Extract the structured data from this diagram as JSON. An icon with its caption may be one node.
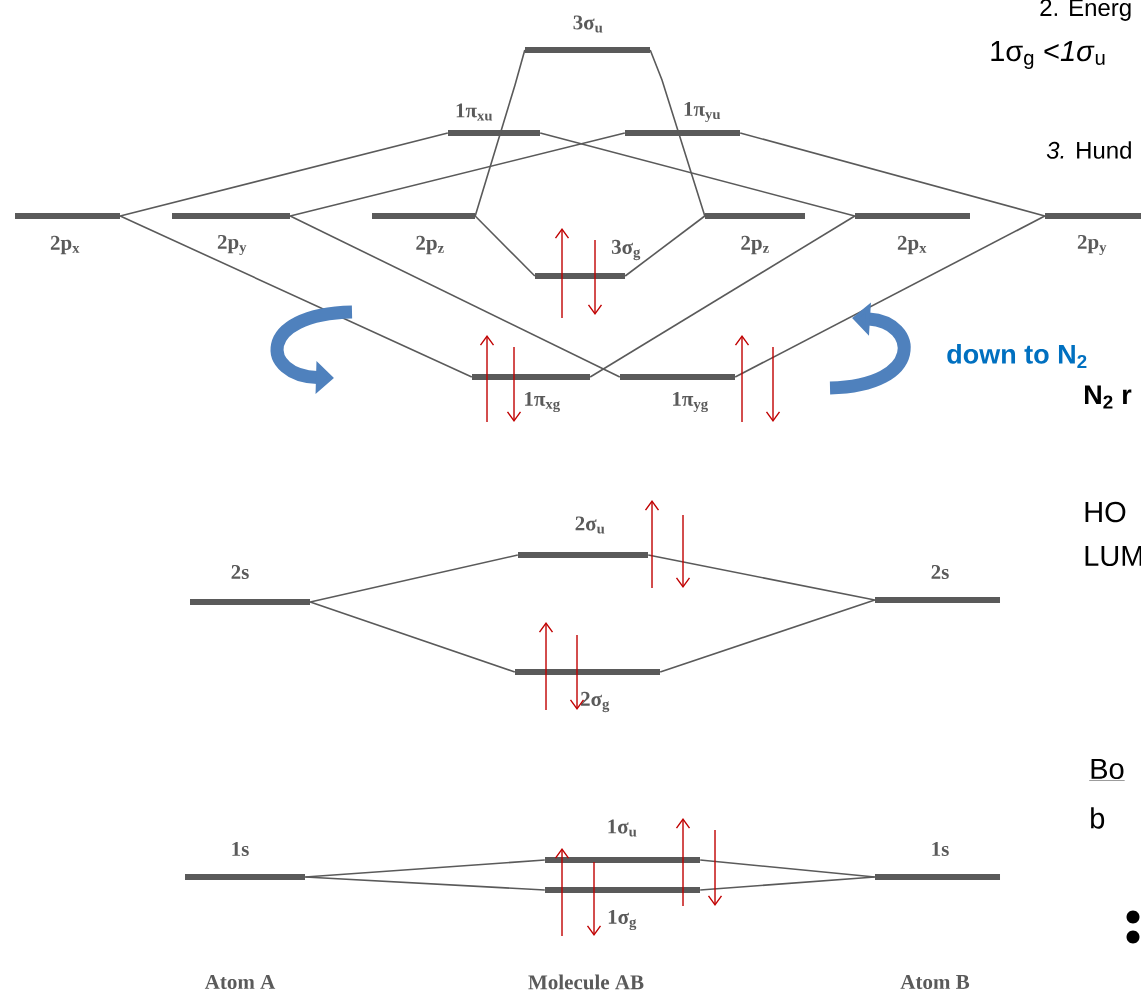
{
  "diagram": {
    "nodes": [
      {
        "text": [
          "2p$_{x}$"
        ]
      },
      {
        "text": [
          "2p$_{y}$"
        ]
      },
      {
        "text": [
          "2p$_{z}$"
        ]
      },
      {
        "text": [
          "3σ$_{u}$"
        ]
      },
      {
        "text": [
          "1π$_{xu}$"
        ]
      },
      {
        "text": [
          "1π$_{yu}$"
        ]
      },
      {
        "text": [
          "2p$_{z}$"
        ]
      },
      {
        "text": [
          "2p$_{x}$"
        ]
      },
      {
        "text": [
          "2p$_{y}$"
        ]
      },
      {
        "text": [
          "3σ$_{g}$"
        ]
      },
      {
        "text": [
          "1π$_{xg}$"
        ]
      },
      {
        "text": [
          "1π$_{yg}$"
        ]
      },
      {
        "text": [
          "2s"
        ]
      },
      {
        "text": [
          "2σ$_{u}$"
        ]
      },
      {
        "text": [
          "2σ$_{g}$"
        ]
      },
      {
        "text": [
          "2s"
        ]
      },
      {
        "text": [
          "1s"
        ]
      },
      {
        "text": [
          "1σ$_{u}$"
        ]
      },
      {
        "text": [
          "1σ$_{g}$"
        ]
      },
      {
        "text": [
          "1s"
        ]
      }
    ],
    "edges": [
      {
        "from": 0,
        "to": 4,
        "arrow": "none"
      },
      {
        "from": 0,
        "to": 10,
        "arrow": "none"
      },
      {
        "from": 1,
        "to": 5,
        "arrow": "none"
      },
      {
        "from": 1,
        "to": 11,
        "arrow": "none"
      },
      {
        "from": 2,
        "to": 3,
        "arrow": "none"
      },
      {
        "from": 2,
        "to": 9,
        "arrow": "none"
      },
      {
        "from": 6,
        "to": 3,
        "arrow": "none"
      },
      {
        "from": 6,
        "to": 9,
        "arrow": "none"
      },
      {
        "from": 7,
        "to": 4,
        "arrow": "none"
      },
      {
        "from": 7,
        "to": 10,
        "arrow": "none"
      },
      {
        "from": 8,
        "to": 5,
        "arrow": "none"
      },
      {
        "from": 8,
        "to": 11,
        "arrow": "none"
      },
      {
        "from": 12,
        "to": 13,
        "arrow": "none"
      },
      {
        "from": 12,
        "to": 14,
        "arrow": "none"
      },
      {
        "from": 15,
        "to": 13,
        "arrow": "none"
      },
      {
        "from": 15,
        "to": 14,
        "arrow": "none"
      },
      {
        "from": 16,
        "to": 17,
        "arrow": "none"
      },
      {
        "from": 16,
        "to": 18,
        "arrow": "none"
      },
      {
        "from": 19,
        "to": 17,
        "arrow": "none"
      },
      {
        "from": 19,
        "to": 18,
        "arrow": "none"
      }
    ],
    "labels": [
      "2. Energ",
      "1σ$_{g}$ <*1σ*$_{u}$",
      "*3.* Hund",
      "down to N$_{2}$",
      "N$_{2}$ r",
      "HO",
      "LUM",
      "Bo",
      "b",
      "Atom A",
      "Molecule AB",
      "Atom B"
    ]
  }
}
